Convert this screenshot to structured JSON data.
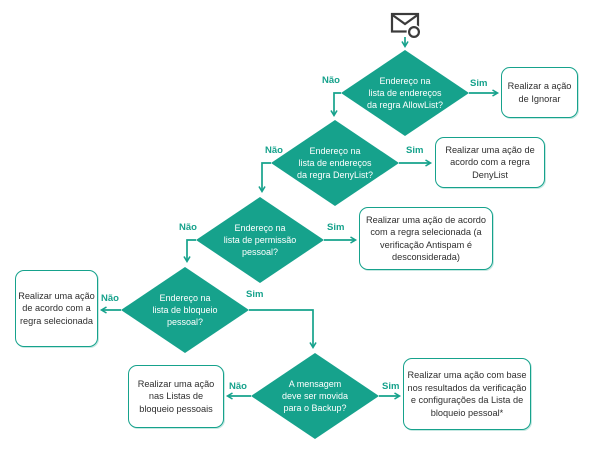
{
  "colors": {
    "accent": "#16A28C",
    "diamond_text": "#FFFFFF",
    "box_text": "#2E2E2E",
    "icon_stroke": "#3B3B3B"
  },
  "labels": {
    "yes": "Sim",
    "no": "Não"
  },
  "nodes": {
    "decision_allowlist": "Endereço na\nlista de endereços\nda regra AllowList?",
    "decision_denylist": "Endereço na\nlista de endereços\nda regra DenyList?",
    "decision_personal_allow": "Endereço na\nlista de permissão\npessoal?",
    "decision_personal_block": "Endereço na\nlista de bloqueio\npessoal?",
    "decision_backup": "A mensagem\ndeve ser movida\npara o Backup?",
    "action_ignore": "Realizar a ação\nde Ignorar",
    "action_denylist": "Realizar uma ação de\nacordo com a regra\nDenyList",
    "action_selected_rule_antispam": "Realizar uma ação de acordo\ncom a regra selecionada (a\nverificação Antispam é\ndesconsiderada)",
    "action_selected_rule": "Realizar uma ação\nde acordo com a\nregra selecionada",
    "action_personal_block_lists": "Realizar uma ação\nnas Listas de\nbloqueio pessoais",
    "action_block_list_results": "Realizar uma ação com base\nnos resultados da verificação\ne configurações da Lista de\nbloqueio pessoal*"
  }
}
